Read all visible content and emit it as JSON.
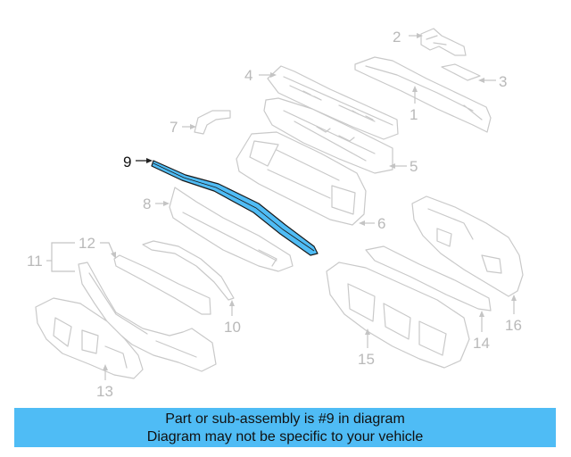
{
  "callouts": {
    "c1": "1",
    "c2": "2",
    "c3": "3",
    "c4": "4",
    "c5": "5",
    "c6": "6",
    "c7": "7",
    "c8": "8",
    "c9": "9",
    "c10": "10",
    "c11": "11",
    "c12": "12",
    "c13": "13",
    "c14": "14",
    "c15": "15",
    "c16": "16"
  },
  "highlight": {
    "part_number": "9",
    "color": "#4fbcf5"
  },
  "banner": {
    "line1": "Part or sub-assembly is #9 in diagram",
    "line2": "Diagram may not be specific to your vehicle",
    "background": "#4fbcf5"
  }
}
